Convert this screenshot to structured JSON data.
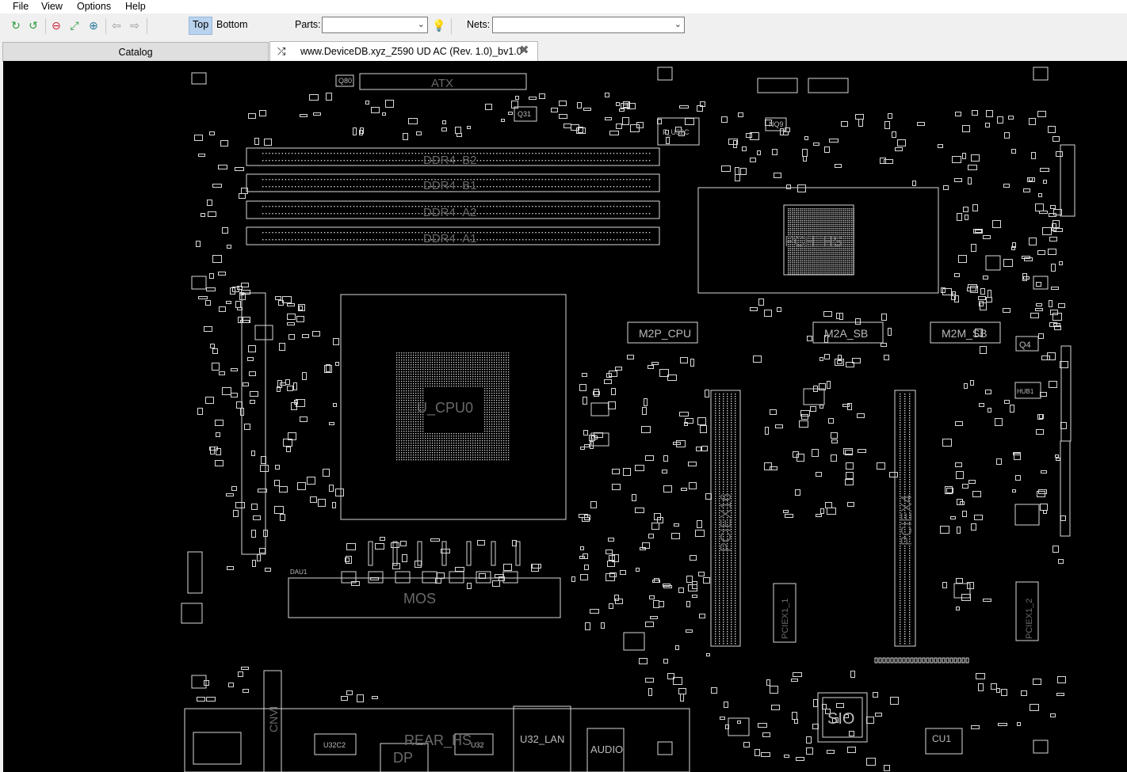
{
  "menu": [
    "File",
    "View",
    "Options",
    "Help"
  ],
  "toolbar": {
    "icons": [
      "refresh-icon",
      "reload-icon",
      "zoom-out-icon",
      "zoom-fit-icon",
      "zoom-in-icon",
      "back-arrow-icon",
      "forward-arrow-icon"
    ],
    "side_top": "Top",
    "side_bottom": "Bottom",
    "active_side": "Top",
    "parts_label": "Parts:",
    "parts_value": "",
    "nets_label": "Nets:",
    "nets_value": "",
    "lightbulb_icon": "lightbulb-icon"
  },
  "tabs": {
    "catalog": "Catalog",
    "board": "www.DeviceDB.xyz_Z590 UD AC (Rev. 1.0)_bv1.0",
    "board_icon": "shuffle-icon",
    "close_icon": "close-icon"
  },
  "board": {
    "colors": {
      "background": "#000000",
      "trace": "#d8d8d8",
      "label": "#6a6a6a"
    },
    "labels": {
      "atx": "ATX",
      "ddr4_b2": "DDR4_B2",
      "ddr4_b1": "DDR4_B1",
      "ddr4_a2": "DDR4_A2",
      "ddr4_a1": "DDR4_A1",
      "pch": "PCH_HS",
      "m2p": "M2P_CPU",
      "m2a": "M2A_SB",
      "m2m": "M2M_SB",
      "q4": "Q4",
      "cpu": "U_CPU0",
      "pciex16": "PCIEX16",
      "pciex4": "PCIEX4",
      "pciex1_1": "PCIEX1_1",
      "pciex1_2": "PCIEX1_2",
      "mos": "MOS",
      "sio": "SIO",
      "cu1": "CU1",
      "dp": "DP",
      "rear_hs": "REAR_HS",
      "u32_lan": "U32_LAN",
      "audio": "AUDIO",
      "cnv": "CNVI",
      "q80": "Q80",
      "q31": "Q31",
      "nq9": "NQ9",
      "f_u32c": "F_U32C",
      "hub1": "HUB1",
      "dau1": "DAU1",
      "u32c2": "U32C2",
      "u32_2": "U32"
    }
  }
}
